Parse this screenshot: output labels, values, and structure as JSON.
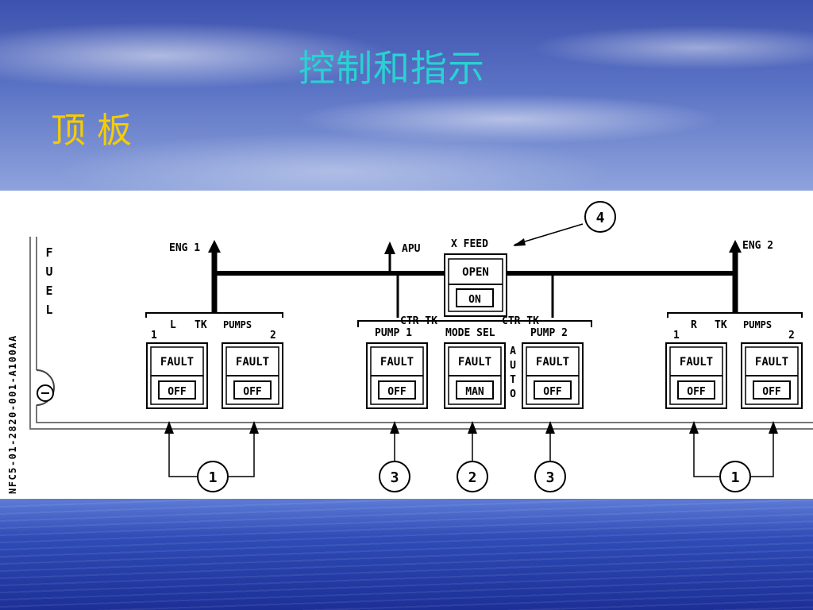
{
  "slide": {
    "title": "控制和指示",
    "subtitle": "顶 板"
  },
  "panel": {
    "doc_code": "NFC5-01-2820-001-A100AA",
    "fuel_label": [
      "F",
      "U",
      "E",
      "L"
    ],
    "eng1": "ENG 1",
    "eng2": "ENG 2",
    "apu": "APU",
    "xfeed": "X FEED",
    "xfeed_open": "OPEN",
    "xfeed_on": "ON",
    "l_tk_pumps": {
      "one": "1",
      "l": "L",
      "tk": "TK",
      "pumps": "PUMPS",
      "two": "2"
    },
    "r_tk_pumps": {
      "one": "1",
      "r": "R",
      "tk": "TK",
      "pumps": "PUMPS",
      "two": "2"
    },
    "ctr_tk_left": "CTR TK",
    "ctr_tk_right": "CTR TK",
    "pump1": "PUMP 1",
    "mode_sel": "MODE SEL",
    "pump2": "PUMP 2",
    "auto": [
      "A",
      "U",
      "T",
      "O"
    ],
    "buttons": [
      {
        "top": "FAULT",
        "bottom": "OFF"
      },
      {
        "top": "FAULT",
        "bottom": "OFF"
      },
      {
        "top": "FAULT",
        "bottom": "OFF"
      },
      {
        "top": "FAULT",
        "bottom": "MAN"
      },
      {
        "top": "FAULT",
        "bottom": "OFF"
      },
      {
        "top": "FAULT",
        "bottom": "OFF"
      },
      {
        "top": "FAULT",
        "bottom": "OFF"
      }
    ],
    "callouts": [
      "1",
      "3",
      "2",
      "3",
      "1",
      "4"
    ]
  }
}
